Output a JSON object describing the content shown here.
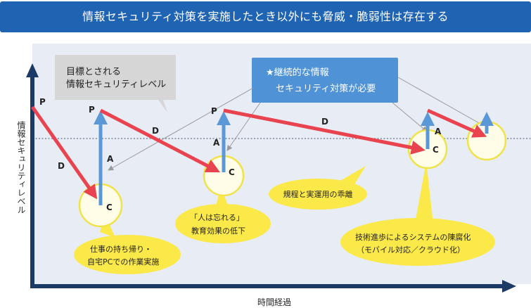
{
  "header": {
    "title": "情報セキュリティ対策を実施したとき以外にも脅威・脆弱性は存在する"
  },
  "axes": {
    "y_label": "情報セキュリティレベル",
    "x_label": "時間経過"
  },
  "callouts": {
    "target_level": [
      "目標とされる",
      "情報セキュリティレベル"
    ],
    "continuous_need": [
      "★継続的な情報",
      "セキュリティ対策が必要"
    ]
  },
  "cycle_letters": {
    "plan": "P",
    "do": "D",
    "check": "C",
    "act": "A"
  },
  "bubbles": {
    "home_work": [
      "仕事の持ち帰り・",
      "自宅PCでの作業実施"
    ],
    "people_forget": [
      "「人は忘れる」",
      "教育効果の低下"
    ],
    "rules_gap": [
      "規程と実運用の乖離"
    ],
    "tech_progress": [
      "技術進歩によるシステムの陳腐化",
      "（モバイル対応／クラウド化）"
    ]
  },
  "colors": {
    "header_bg": "#1f63b3",
    "chart_bg": "#e8ecf4",
    "axis": "#1c3a66",
    "do_arrow": "#e8434e",
    "act_arrow": "#5a98d8",
    "circle_fill": "#fffce8",
    "circle_stroke": "#f0e34a",
    "bubble_fill": "#fbe94a",
    "callout_gray": "#d6d6d6",
    "callout_blue": "#4f93d6"
  }
}
